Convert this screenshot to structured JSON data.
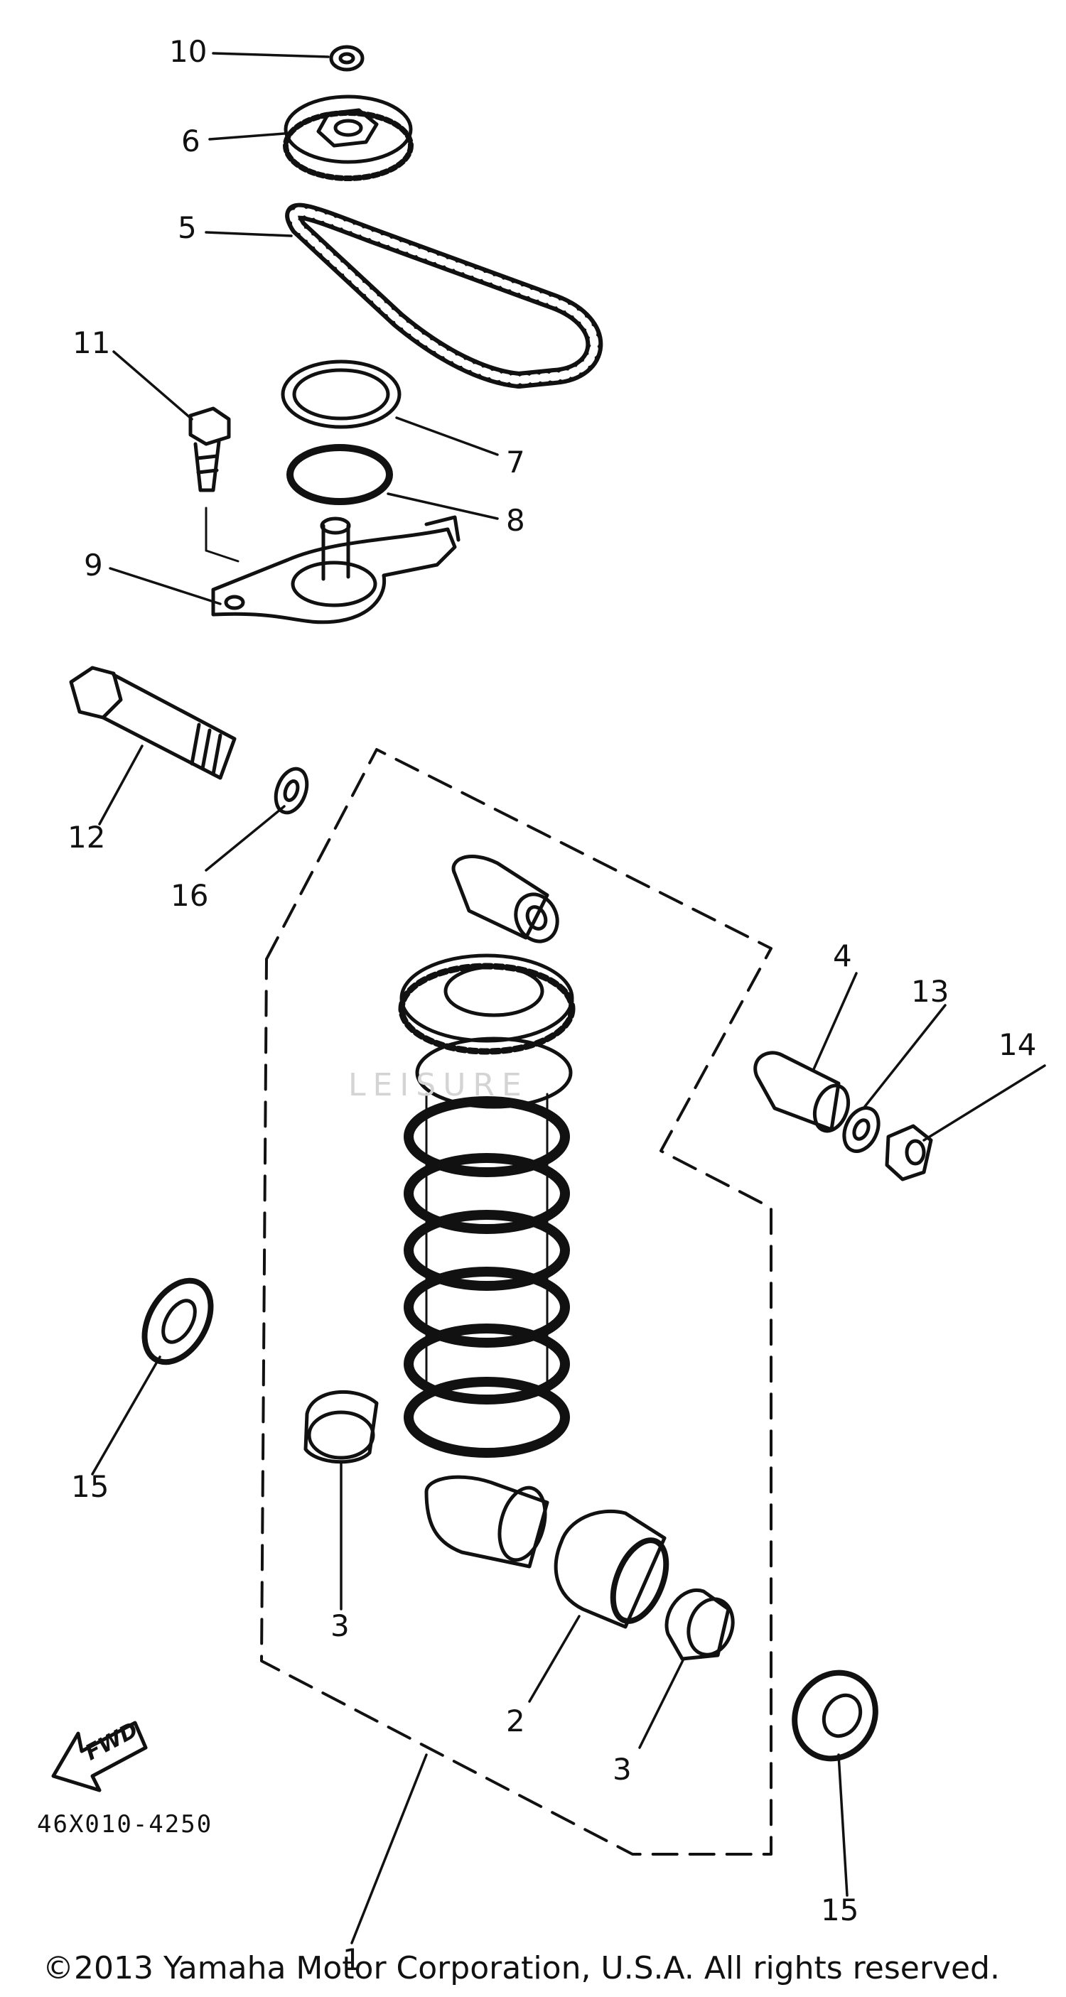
{
  "callouts": [
    {
      "number": "1"
    },
    {
      "number": "2"
    },
    {
      "number": "3"
    },
    {
      "number": "3"
    },
    {
      "number": "4"
    },
    {
      "number": "5"
    },
    {
      "number": "6"
    },
    {
      "number": "7"
    },
    {
      "number": "8"
    },
    {
      "number": "9"
    },
    {
      "number": "10"
    },
    {
      "number": "11"
    },
    {
      "number": "12"
    },
    {
      "number": "13"
    },
    {
      "number": "14"
    },
    {
      "number": "15"
    },
    {
      "number": "15"
    },
    {
      "number": "16"
    }
  ],
  "fwd_label": "FWD",
  "part_number": "46X010-4250",
  "watermark": "LEISURE",
  "copyright": "©2013 Yamaha Motor Corporation, U.S.A. All rights reserved.",
  "colors": {
    "line": "#111111",
    "background": "#ffffff",
    "watermark": "#d4d4d4"
  }
}
